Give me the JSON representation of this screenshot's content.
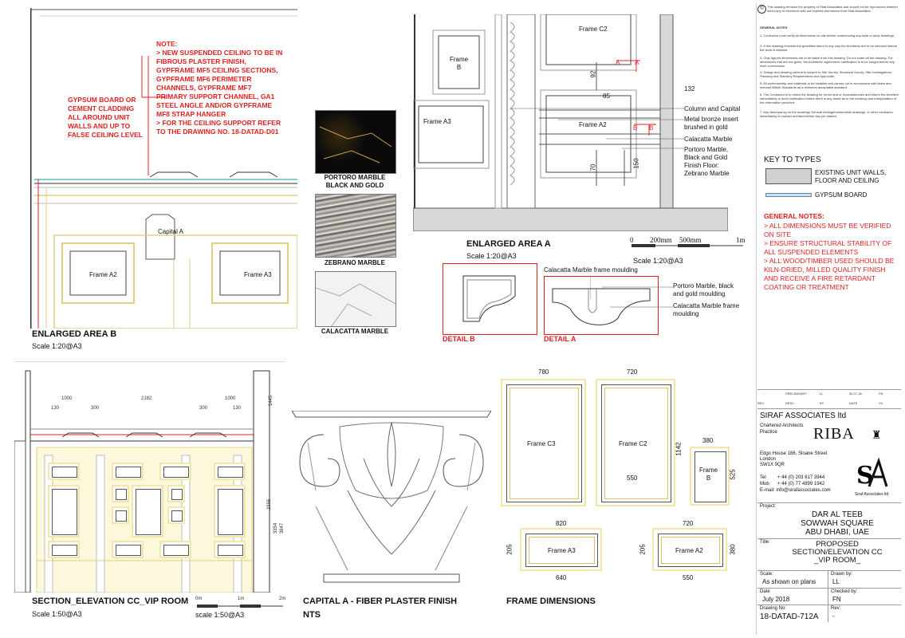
{
  "enlarged_b": {
    "title": "ENLARGED AREA B",
    "scale": "Scale 1:20@A3",
    "note": "NOTE:\n> NEW SUSPENDED CEILING TO  BE IN\nFIBROUS PLASTER FINISH,\nGYPFRAME MF5 CEILING SECTIONS,\nGYPFRAME MF6 PERIMETER\nCHANNELS, GYPFRAME MF7\nPRIMARY SUPPORT CHANNEL, GA1\nSTEEL ANGLE AND/OR  GYPFRAME\nMF8 STRAP HANGER\n> FOR THE CEILING SUPPORT REFER\nTO THE DRAWING NO. 18-DATAD-D01",
    "gypsum_note": "GYPSUM BOARD OR\nCEMENT CLADDING\nALL AROUND UNIT\nWALLS AND UP TO\nFALSE CEILING LEVEL",
    "capital_label": "Capital A",
    "frame1": "Frame A2",
    "frame2": "Frame A3"
  },
  "materials": [
    {
      "name": "PORTORO MARBLE\nBLACK AND GOLD"
    },
    {
      "name": "ZEBRANO MARBLE"
    },
    {
      "name": "CALACATTA MARBLE"
    }
  ],
  "enlarged_a": {
    "title": "ENLARGED AREA A",
    "scale": "Scale 1:20@A3",
    "frame_c2": "Frame C2",
    "frame_b": "Frame\nB",
    "frame_a3": "Frame A3",
    "frame_a2": "Frame A2",
    "dims": [
      "92",
      "85",
      "132",
      "70",
      "150"
    ],
    "section_a": "A",
    "section_b": "B",
    "callouts": [
      "Column and Capital",
      "Metal bronze insert\nbrushed in gold",
      "Calacatta Marble",
      "Portoro Marble,\nBlack and Gold\nFinish Floor:\nZebrano Marble"
    ],
    "bar_scale": [
      "0",
      "200mm",
      "500mm",
      "1m"
    ],
    "bar_scale_label": "Scale 1:20@A3"
  },
  "details": {
    "b_label": "DETAIL B",
    "a_label": "DETAIL A",
    "callout1": "Calacatta Marble frame moulding",
    "callout2": "Portoro Marble, black\nand gold moulding",
    "callout3": "Calacatta Marble frame\nmoulding"
  },
  "section_cc": {
    "title": "SECTION_ELEVATION CC_VIP ROOM",
    "scale": "Scale 1:50@A3",
    "dims_top": [
      "1000",
      "2182",
      "1000"
    ],
    "dims_sub": [
      "130",
      "300",
      "300",
      "130"
    ],
    "dims_right": [
      "1445",
      "2356",
      "3354",
      "3847"
    ],
    "bar_scale": [
      "0m",
      "1m",
      "2m"
    ],
    "bar_scale_label": "scale 1:50@A3"
  },
  "capital": {
    "title": "CAPITAL A - FIBER PLASTER FINISH",
    "sub": "NTS"
  },
  "frame_dims": {
    "title": "FRAME DIMENSIONS",
    "c3": "Frame C3",
    "c2": "Frame C2",
    "b": "Frame\nB",
    "a3": "Frame A3",
    "a2": "Frame A2",
    "dims": [
      "780",
      "720",
      "1142",
      "550",
      "380",
      "525",
      "820",
      "720",
      "205",
      "380",
      "205",
      "640",
      "550"
    ]
  },
  "notes_panel": {
    "copyright": "This drawing remains the property of Siraf Associates and should not be reproduced whether hard copy or electronic with out express permission from Siraf Associates.",
    "general_heading": "GENERAL NOTES",
    "general": [
      "1. Contractor must verify all dimensions on site before commencing any work or shop drawings.",
      "2. If this drawing exceeds the quantities taken in any way the Architects are to be informed before the work is initiated.",
      "3. Only figured dimensions are to be taken from this drawing. Do not scale off the drawing. For dimensions that are not given, the Architects' agreement/ clarification is to be sought before any work commences.",
      "4. Design and drawing content is subject to Site Survey, Structural Survey, Site Investigations, Planning and Statutory Requirements and Approvals.",
      "5. All workmanship and materials to be installed and carried out in accordance with latest and relevant British Standards as a minimum acceptable standard.",
      "6. The Contractor is to check the drawing for errors and or inconsistencies and inform the Architect immediately or seek clarification where there is any doubt as to the meaning and interpretation of the information provided.",
      "7. Any discrepancy on the drawings General Arrangements/detail drawings, or other contractor immediately to contact architect before any job started."
    ],
    "key_heading": "KEY TO TYPES",
    "key1": "EXISTING UNIT WALLS,\nFLOOR AND CEILING",
    "key2": "GYPSUM BOARD",
    "red_heading": "GENERAL NOTES:",
    "red_notes": "> ALL DIMENSIONS MUST BE VERIFIED\nON SITE\n> ENSURE STRUCTURAL STABILITY OF\nALL SUSPENDED ELEMENTS\n> ALL WOOD/TIMBER USED SHOULD BE\nKILN-DRIED, MILLED QUALITY FINISH\nAND RECEIVE A FIRE RETARDANT\nCOATING OR TREATMENT"
  },
  "title_block": {
    "rev_row": [
      "-",
      "PRELIMINARY",
      "LL",
      "30.07.18",
      "FN"
    ],
    "rev_hdr": [
      "REV",
      "DESC",
      "BY",
      "DATE",
      "Ch"
    ],
    "company": "SIRAF ASSOCIATES ltd",
    "company_sub": "Chartered Architects\nPractice",
    "riba": "RIBA",
    "address": "Edgo House 186, Sloane Street\nLondon\nSW1X 9QR",
    "tel_label": "Tel",
    "tel": "+ 44 (0) 203 617 3944",
    "mob_label": "Mob",
    "mob": "+ 44 (0) 77 4899 1942",
    "email": "E-mail:    info@sirafassociates.com",
    "sa_caption": "Siraf Associates ltd",
    "project_label": "Project:",
    "project": "DAR AL TEEB\nSOWWAH SQUARE\nABU DHABI, UAE",
    "title_label": "Title:",
    "title": "PROPOSED\nSECTION/ELEVATION CC\n_VIP ROOM_",
    "scale_label": "Scale:",
    "scale": "As shown on plans",
    "drawn_label": "Drawn by:",
    "drawn": "LL",
    "date_label": "Date",
    "date": "July 2018",
    "checked_label": "Checked by:",
    "checked": "FN",
    "dwg_label": "Drawing No:",
    "dwg": "18-DATAD-712A",
    "rev_label": "Rev:",
    "rev": "-"
  }
}
